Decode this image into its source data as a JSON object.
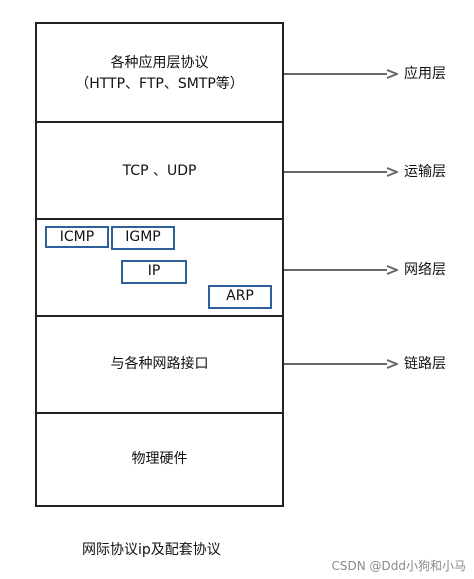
{
  "diagram": {
    "layers": {
      "application": {
        "line1": "各种应用层协议",
        "line2": "（HTTP、FTP、SMTP等）",
        "side_label": "应用层"
      },
      "transport": {
        "text": "TCP 、UDP",
        "side_label": "运输层"
      },
      "network": {
        "protocols": {
          "icmp": "ICMP",
          "igmp": "IGMP",
          "ip": "IP",
          "arp": "ARP"
        },
        "side_label": "网络层"
      },
      "link": {
        "text": "与各种网路接口",
        "side_label": "链路层"
      },
      "physical": {
        "text": "物理硬件"
      }
    },
    "caption": "网际协议ip及配套协议",
    "watermark": "CSDN @Ddd小狗和小马",
    "colors": {
      "outline": "#222222",
      "protocol_box": "#2f5f98",
      "arrow": "#666666",
      "watermark": "#8a8a8a"
    }
  }
}
